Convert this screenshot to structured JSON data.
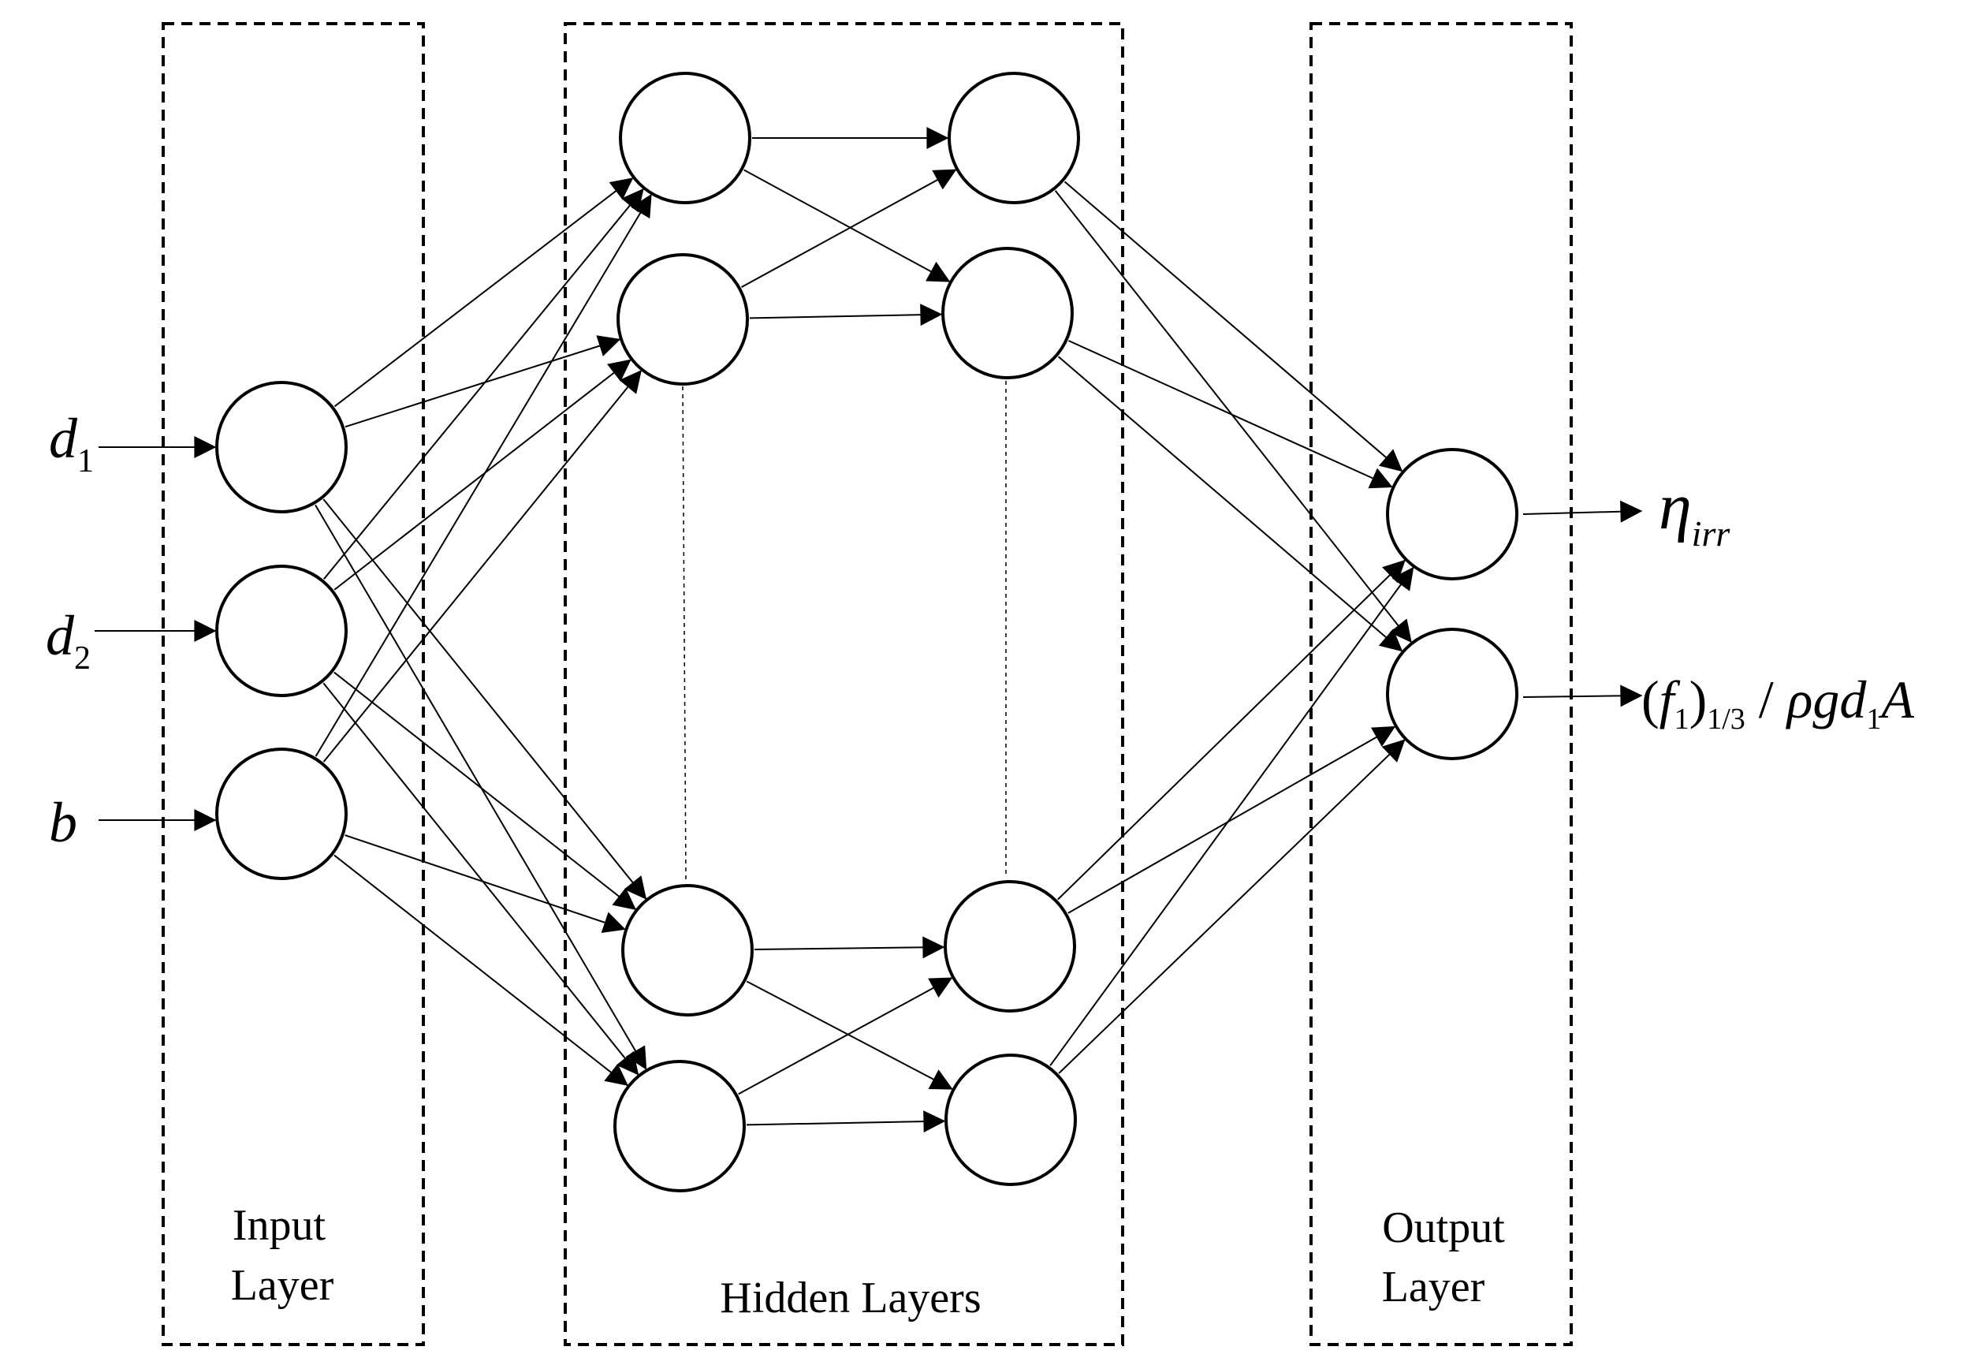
{
  "labels": {
    "input_layer": [
      "Input",
      "Layer"
    ],
    "hidden_layers": "Hidden Layers",
    "output_layer": [
      "Output",
      "Layer"
    ]
  },
  "inputs": {
    "d1": {
      "base": "d",
      "sub": "1"
    },
    "d2": {
      "base": "d",
      "sub": "2"
    },
    "b": {
      "base": "b"
    }
  },
  "outputs": {
    "eta": {
      "base": "η",
      "sub": "irr"
    },
    "force": {
      "open": "(",
      "f": "f",
      "f_sub": "1",
      "close": ")",
      "close_sub": "1/3",
      "slash": " / ",
      "rho": "ρ",
      "g": "g",
      "d": "d",
      "d_sub": "1",
      "A": "A"
    }
  },
  "network": {
    "input_nodes": 3,
    "hidden_layers": 2,
    "hidden_nodes_shown_per_layer": 4,
    "output_nodes": 2
  }
}
